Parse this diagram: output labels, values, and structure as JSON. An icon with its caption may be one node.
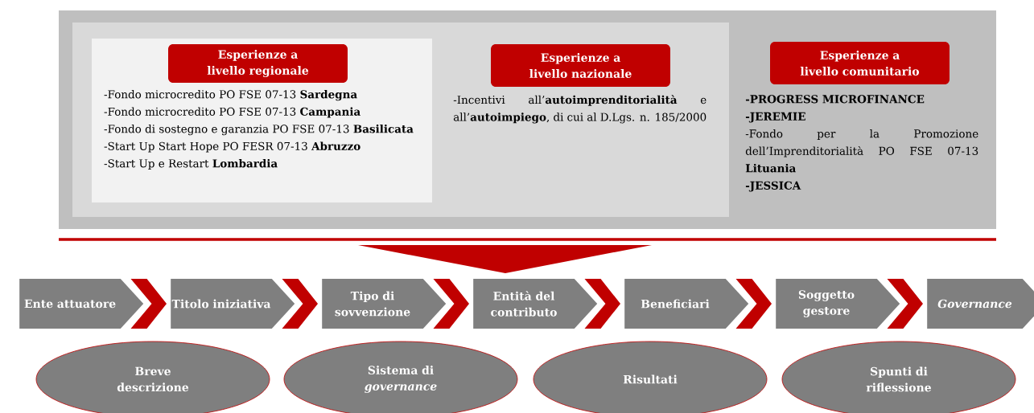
{
  "diagram": {
    "nodes": [
      {
        "text": [],
        "shape": "box"
      },
      {
        "text": [],
        "shape": "box",
        "in": 0
      },
      {
        "text": [
          "-Fondo microcredito PO FSE 07-13 **Sardegna**",
          "-Fondo microcredito PO FSE 07-13 **Campania**",
          "-Fondo di sostegno e garanzia PO FSE 07-13 **Basilicata**",
          "-Start Up Start Hope PO FESR 07-13 **Abruzzo**",
          "-Start Up e Restart **Lombardia**"
        ],
        "in": 1
      },
      {
        "text": [
          "Esperienze a livello regionale"
        ],
        "in": 2
      },
      {
        "text": [
          "Esperienze a livello nazionale"
        ],
        "in": 1,
        "beside": [
          "-Incentivi all’**autoimprenditorialità** e all’**autoimpiego**, di cui al D.Lgs. n. 185/2000"
        ]
      },
      {
        "text": [
          "Esperienze a livello comunitario"
        ],
        "in": 0,
        "beside": [
          "-PROGRESS MICROFINANCE",
          "-JEREMIE",
          "-Fondo per la Promozione dell’Imprenditorialità PO FSE 07-13 **Lituania**",
          "-JESSICA"
        ]
      },
      {
        "text": [
          "Ente attuatore"
        ]
      },
      {
        "text": [
          "Titolo iniziativa"
        ]
      },
      {
        "text": [
          "Tipo di sovvenzione"
        ]
      },
      {
        "text": [
          "Entità del contributo"
        ]
      },
      {
        "text": [
          "Beneficiari"
        ]
      },
      {
        "text": [
          "Soggetto gestore"
        ]
      },
      {
        "text": [
          "Governance"
        ]
      },
      {
        "text": [
          "Breve descrizione"
        ]
      },
      {
        "text": [
          "Sistema di *governance*"
        ]
      },
      {
        "text": [
          "Risultati"
        ]
      },
      {
        "text": [
          "Spunti di riflessione"
        ]
      }
    ],
    "edges": [
      {
        "from": 6,
        "to": 7,
        "arrow": "to"
      },
      {
        "from": 7,
        "to": 8,
        "arrow": "to"
      },
      {
        "from": 8,
        "to": 9,
        "arrow": "to"
      },
      {
        "from": 9,
        "to": 10,
        "arrow": "to"
      },
      {
        "from": 10,
        "to": 11,
        "arrow": "to"
      },
      {
        "from": 11,
        "to": 12,
        "arrow": "to"
      }
    ]
  }
}
